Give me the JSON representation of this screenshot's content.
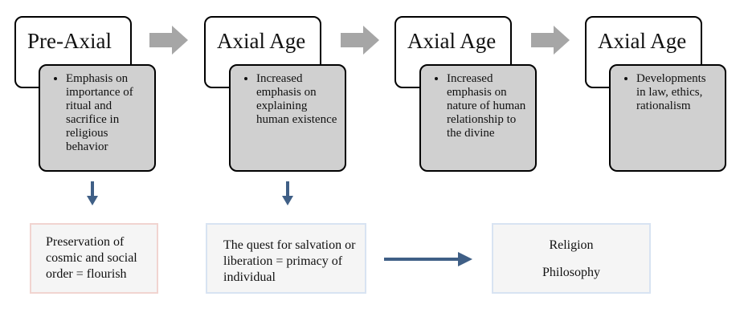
{
  "stages": [
    {
      "title": "Pre-Axial",
      "bullet": "Emphasis on importance of ritual and sacrifice in religious behavior"
    },
    {
      "title": "Axial Age",
      "bullet": "Increased emphasis on explaining human existence"
    },
    {
      "title": "Axial Age",
      "bullet": "Increased emphasis on nature of human relationship to the divine"
    },
    {
      "title": "Axial Age",
      "bullet": "Developments in law, ethics, rationalism"
    }
  ],
  "outcomes": {
    "cosmic": "Preservation of cosmic and social order = flourish",
    "salvation": "The quest for salvation or liberation = primacy of individual",
    "religion": "Religion",
    "philosophy": "Philosophy"
  },
  "colors": {
    "flow_arrow": "#a6a6a6",
    "down_arrow": "#3f5f86",
    "detail_fill": "#d0d0d0",
    "box_border_pink": "#f1d4d0",
    "box_border_blue": "#d8e3f2"
  }
}
